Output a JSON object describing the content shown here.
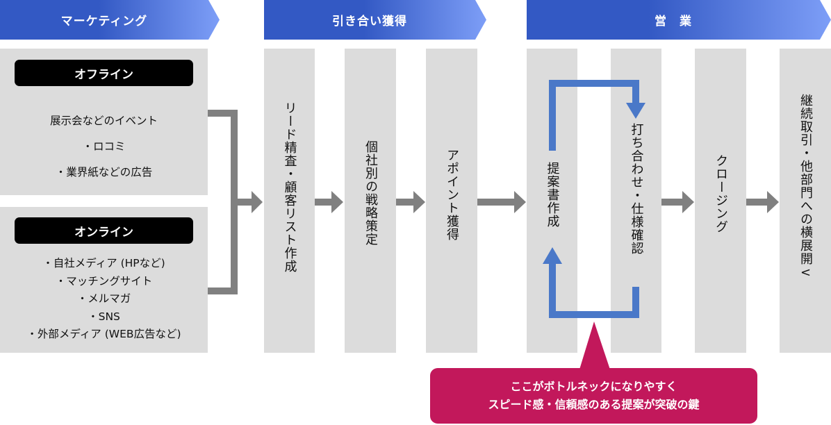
{
  "phases": [
    {
      "label": "マーケティング"
    },
    {
      "label": "引き合い獲得"
    },
    {
      "label": "営　業"
    }
  ],
  "colors": {
    "phase_gradient_start": "#3359c4",
    "phase_gradient_end": "#7d9ef7",
    "panel_gray": "#dcdcdc",
    "arrow_gray": "#808080",
    "loop_blue": "#4a78c8",
    "callout_magenta": "#c2185b"
  },
  "marketing": {
    "offline": {
      "title": "オフライン",
      "items": [
        "展示会などのイベント",
        "・ロコミ",
        "・業界紙などの広告"
      ]
    },
    "online": {
      "title": "オンライン",
      "items": [
        "・自社メディア (HPなど)",
        "・マッチングサイト",
        "・メルマガ",
        "・SNS",
        "・外部メディア (WEB広告など)"
      ]
    }
  },
  "steps": [
    {
      "label": "リード精査・顧客リスト作成"
    },
    {
      "label": "個社別の戦略策定"
    },
    {
      "label": "アポイント獲得"
    },
    {
      "label": "提案書作成"
    },
    {
      "label": "打ち合わせ・仕様確認"
    },
    {
      "label": "クロージング"
    },
    {
      "label": "継続取引・他部門への横展開<"
    }
  ],
  "callout": {
    "line1": "ここがボトルネックになりやすく",
    "line2": "スピード感・信頼感のある提案が突破の鍵"
  }
}
